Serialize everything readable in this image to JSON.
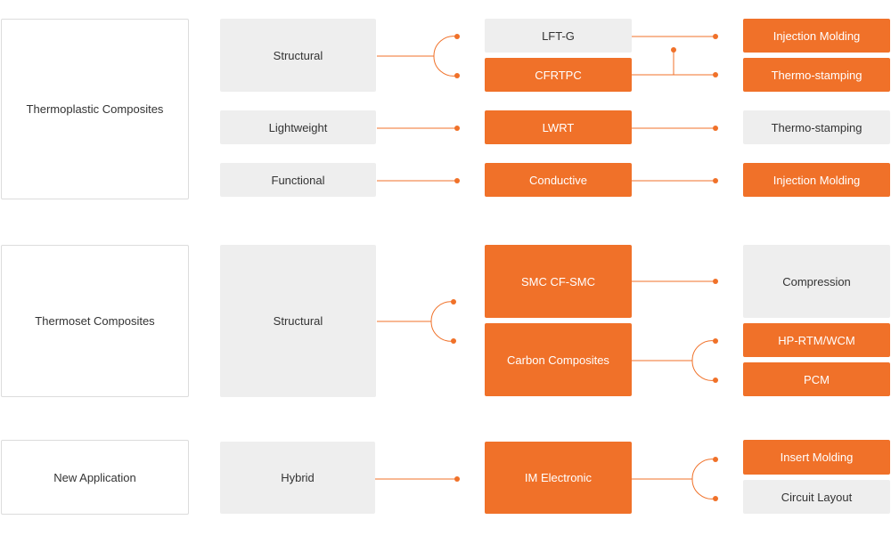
{
  "colors": {
    "accent": "#f07129",
    "gray_box": "#eeeeee",
    "border": "#dcdcdc"
  },
  "sections": [
    {
      "category": "Thermoplastic Composites",
      "rows": [
        {
          "type": "Structural",
          "materials": [
            "LFT-G",
            "CFRTPC"
          ],
          "processes": [
            "Injection Molding",
            "Thermo-stamping"
          ]
        },
        {
          "type": "Lightweight",
          "materials": [
            "LWRT"
          ],
          "processes": [
            "Thermo-stamping"
          ]
        },
        {
          "type": "Functional",
          "materials": [
            "Conductive"
          ],
          "processes": [
            "Injection Molding"
          ]
        }
      ]
    },
    {
      "category": "Thermoset Composites",
      "rows": [
        {
          "type": "Structural",
          "materials": [
            "SMC CF-SMC",
            "Carbon Composites"
          ],
          "processes": [
            "Compression",
            "HP-RTM/WCM",
            "PCM"
          ]
        }
      ]
    },
    {
      "category": "New Application",
      "rows": [
        {
          "type": "Hybrid",
          "materials": [
            "IM Electronic"
          ],
          "processes": [
            "Insert Molding",
            "Circuit Layout"
          ]
        }
      ]
    }
  ]
}
